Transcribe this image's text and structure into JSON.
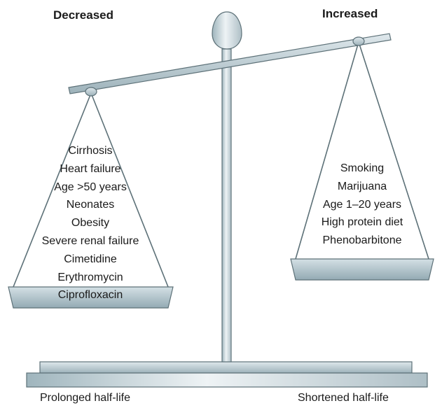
{
  "headers": {
    "decreased": "Decreased",
    "increased": "Increased"
  },
  "left_pan_items": [
    "Cirrhosis",
    "Heart failure",
    "Age >50 years",
    "Neonates",
    "Obesity",
    "Severe renal failure",
    "Cimetidine",
    "Erythromycin",
    "Ciprofloxacin"
  ],
  "right_pan_items": [
    "Smoking",
    "Marijuana",
    "Age 1–20 years",
    "High protein diet",
    "Phenobarbitone"
  ],
  "footer": {
    "left": "Prolonged half-life",
    "right": "Shortened half-life"
  },
  "colors": {
    "metal_light": "#e6eef1",
    "metal_mid": "#c3d3d9",
    "metal_dark": "#8fa6ae",
    "outline": "#5d7178"
  }
}
